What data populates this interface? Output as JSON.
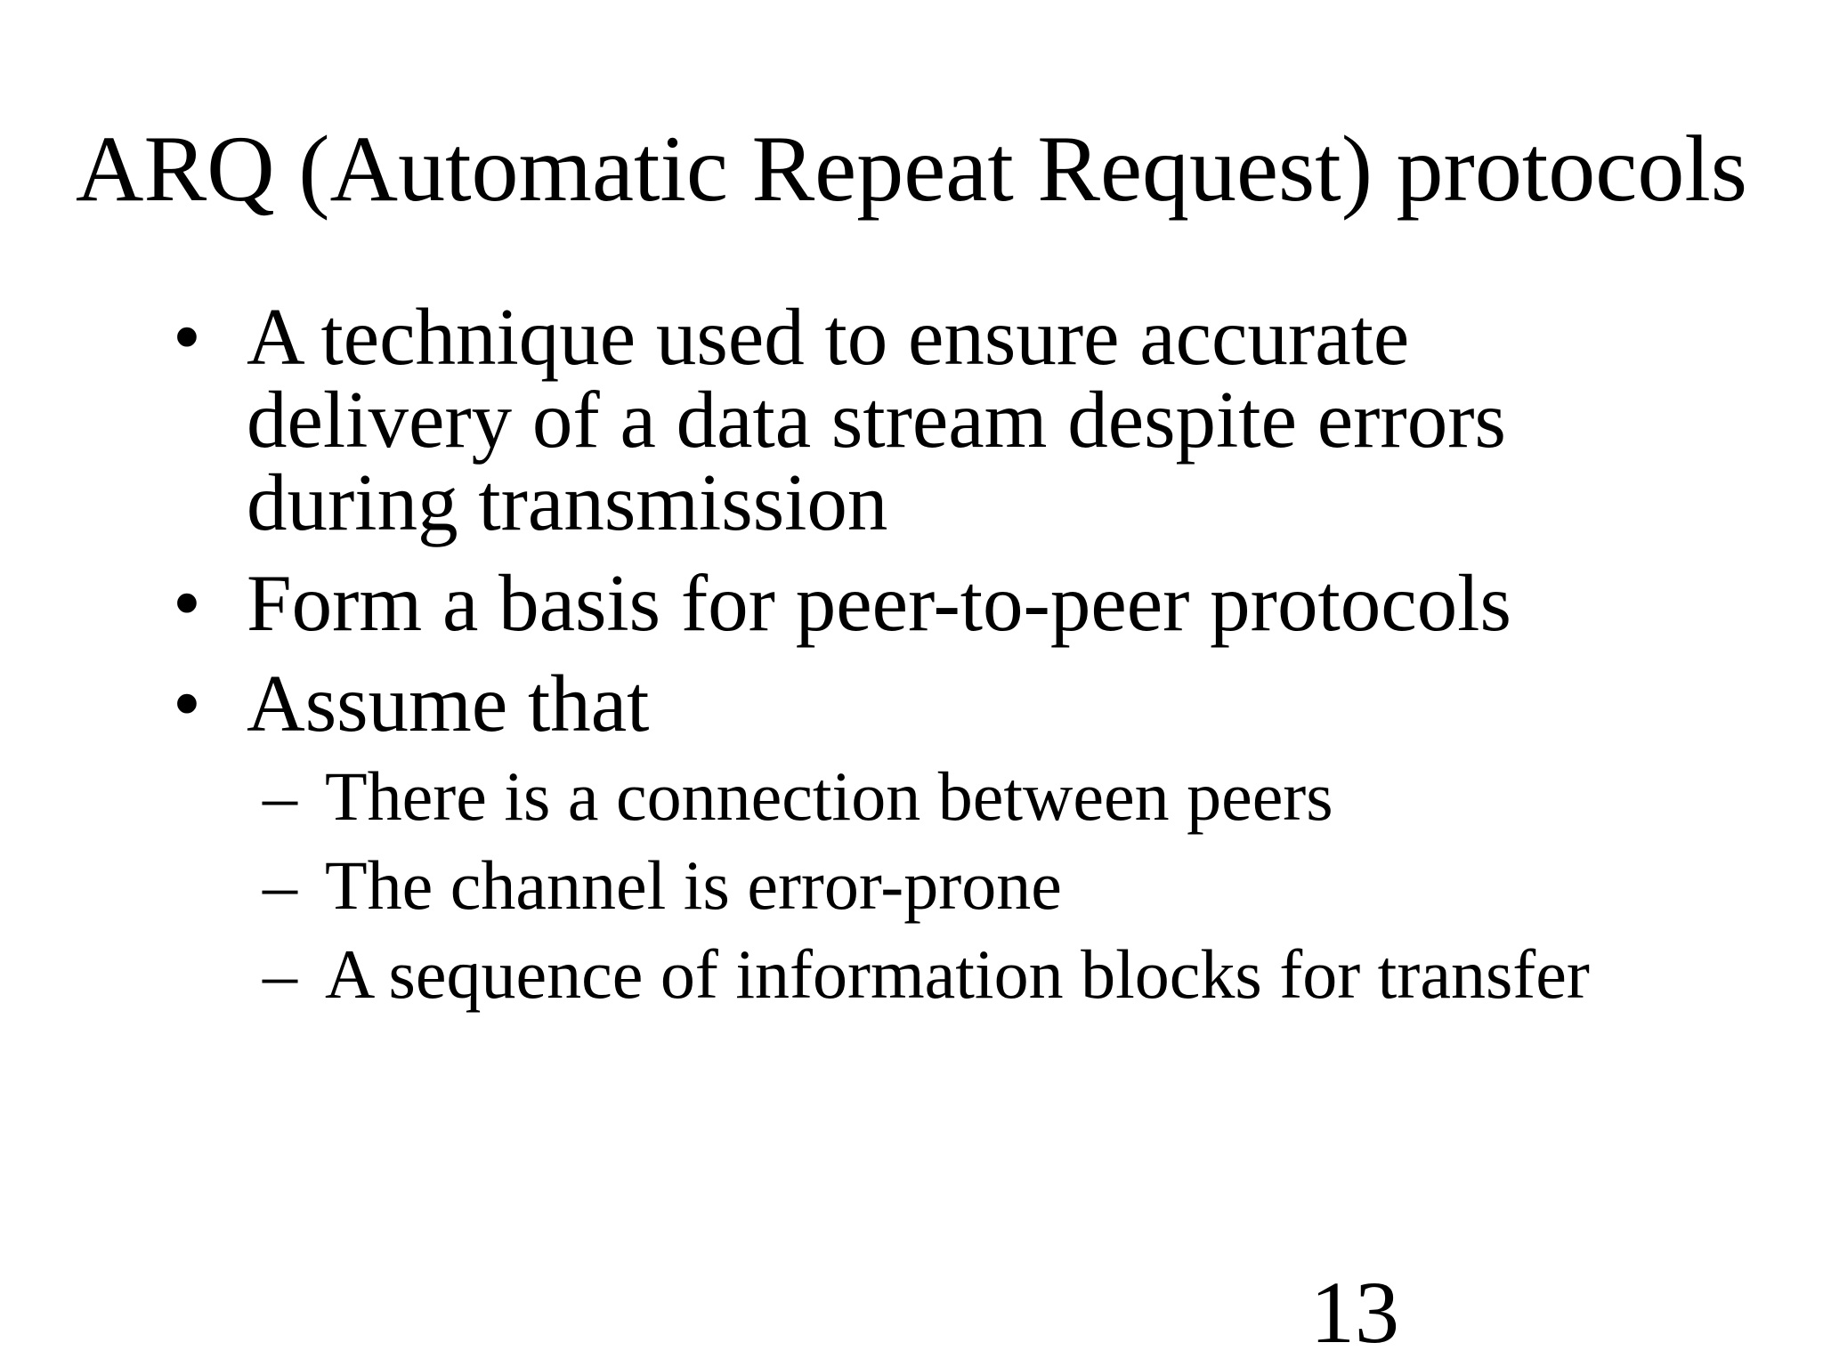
{
  "slide": {
    "title": "ARQ (Automatic Repeat Request) protocols",
    "bullet_char": "•",
    "dash_char": "–",
    "bullets": [
      {
        "lines": [
          "A technique used to ensure accurate",
          "delivery of a data stream despite errors",
          "during transmission"
        ]
      },
      {
        "lines": [
          "Form a basis for peer-to-peer protocols"
        ]
      },
      {
        "lines": [
          "Assume that"
        ]
      }
    ],
    "sub_bullets": [
      {
        "lines": [
          "There is a connection between peers"
        ]
      },
      {
        "lines": [
          "The channel is error-prone"
        ]
      },
      {
        "lines": [
          "A sequence of information blocks for transfer"
        ]
      }
    ],
    "page_number": "13",
    "colors": {
      "background": "#ffffff",
      "text": "#000000"
    }
  }
}
